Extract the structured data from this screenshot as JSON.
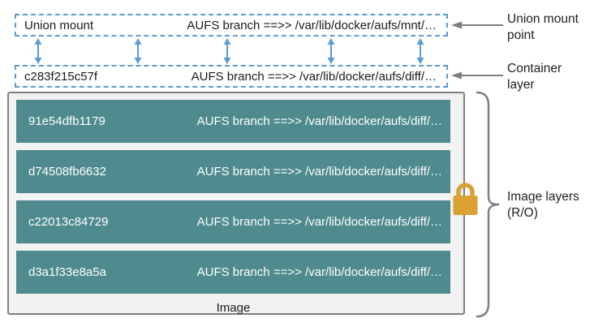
{
  "colors": {
    "dashed_border_blue": "#5b9bd5",
    "arrow_blue": "#5b9bd5",
    "layer_teal": "#4f8b8e",
    "outer_box_fill": "#f2f2f2",
    "outer_box_border": "#7f7f7f",
    "annotation_gray": "#7f7f7f",
    "lock_gold": "#d9a233",
    "text_dark": "#1f1f1f",
    "text_on_teal": "#ffffff"
  },
  "union_mount_box": {
    "label": "Union mount",
    "branch": "AUFS branch ==>> /var/lib/docker/aufs/mnt/…"
  },
  "container_box": {
    "id": "c283f215c57f",
    "branch": "AUFS branch ==>> /var/lib/docker/aufs/diff/…"
  },
  "image": {
    "caption": "Image",
    "layers": [
      {
        "id": "91e54dfb1179",
        "branch": "AUFS branch ==>> /var/lib/docker/aufs/diff/…"
      },
      {
        "id": "d74508fb6632",
        "branch": "AUFS branch ==>> /var/lib/docker/aufs/diff/…"
      },
      {
        "id": "c22013c84729",
        "branch": "AUFS branch ==>> /var/lib/docker/aufs/diff/…"
      },
      {
        "id": "d3a1f33e8a5a",
        "branch": "AUFS branch ==>> /var/lib/docker/aufs/diff/…"
      }
    ]
  },
  "annotations": {
    "union_mount_point": {
      "line1": "Union mount",
      "line2": "point"
    },
    "container_layer": {
      "line1": "Container",
      "line2": "layer"
    },
    "image_layers": {
      "line1": "Image layers",
      "line2": "(R/O)"
    }
  }
}
